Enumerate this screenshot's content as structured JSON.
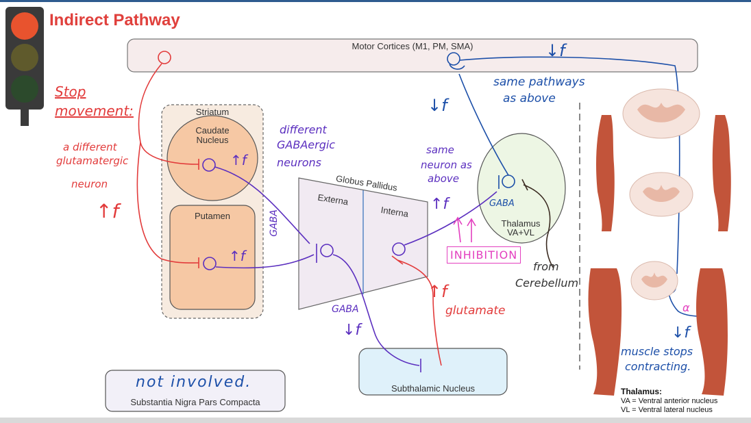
{
  "title": "Indirect Pathway",
  "colors": {
    "title": "#e0403c",
    "glutamate": "#e23b3b",
    "gaba": "#5b2fbf",
    "thalamic": "#1c4fa8",
    "inhibition": "#e33fbf"
  },
  "icons": {
    "traffic_light": "traffic-light-red-icon",
    "spinal_cord": "spinal-cord-section-icon",
    "arm": "arm-muscle-icon",
    "leg": "leg-muscle-icon"
  },
  "boxes": {
    "motor_cortex": "Motor Cortices (M1, PM, SMA)",
    "striatum": "Striatum",
    "caudate": "Caudate Nucleus",
    "putamen": "Putamen",
    "globus_pallidus": "Globus Pallidus",
    "externa": "Externa",
    "interna": "Interna",
    "thalamus": "Thalamus",
    "thalamus_nuclei": "VA+VL",
    "subthalamic": "Subthalamic Nucleus",
    "snpc": "Substantia Nigra Pars Compacta"
  },
  "annotations": {
    "stop": "Stop",
    "movement": "movement:",
    "different_glut_1": "a different",
    "different_glut_2": "glutamatergic",
    "different_glut_3": "neuron",
    "up_f_left": "↑f",
    "different_gaba_1": "different",
    "different_gaba_2": "GABAergic",
    "different_gaba_3": "neurons",
    "up_f_caudate": "↑f",
    "up_f_putamen": "↑f",
    "gaba_vertical": "GABA",
    "same_neuron_1": "same",
    "same_neuron_2": "neuron as",
    "same_neuron_3": "above",
    "up_f_interna": "↑f",
    "gaba_thalamus": "GABA",
    "inhibition": "INHIBITION",
    "from": "from",
    "cerebellum": "Cerebellum",
    "same_pathways_1": "same pathways",
    "same_pathways_2": "as above",
    "down_f_cortex": "↓f",
    "down_f_top": "↓f",
    "gaba_bottom": "GABA",
    "down_f_gpe": "↓f",
    "up_f_stn": "↑f",
    "glutamate": "glutamate",
    "not_involved": "not involved.",
    "alpha": "α",
    "down_f_muscle": "↓f",
    "muscle_stops_1": "muscle stops",
    "muscle_stops_2": "contracting."
  },
  "legend": {
    "heading": "Thalamus:",
    "line1": "VA = Ventral anterior nucleus",
    "line2": "VL = Ventral lateral nucleus"
  }
}
